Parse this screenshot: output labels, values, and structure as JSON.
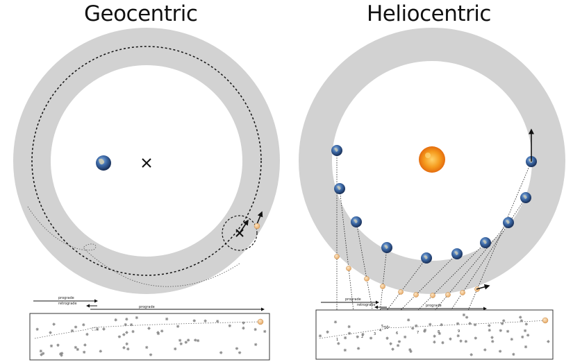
{
  "titles": {
    "geocentric": "Geocentric",
    "heliocentric": "Heliocentric"
  },
  "motion_labels": {
    "prograde": "prograde",
    "retrograde": "retrograde"
  },
  "helio_track_labels": [
    "1",
    "2",
    "3",
    "4",
    "5",
    "6",
    "7",
    "8",
    "9",
    "10"
  ],
  "colors": {
    "orbit_band": "#d2d2d2",
    "earth": "#2f4f86",
    "sun": "#f07a10",
    "planet_marker": "#f3c68f",
    "sky_box_border": "#333333",
    "star": "#8a8a8a"
  },
  "icons": {
    "earth": "earth-icon",
    "sun": "sun-icon",
    "center_mark": "x-mark-icon",
    "star": "asterisk-star-icon"
  }
}
